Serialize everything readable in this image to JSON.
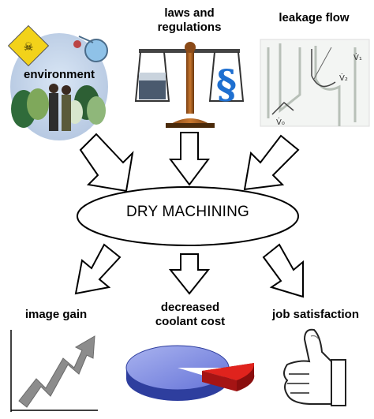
{
  "center": {
    "label": "DRY MACHINING"
  },
  "inputs": [
    {
      "id": "environment",
      "label": "environment",
      "icon": "forest-people-icon"
    },
    {
      "id": "laws",
      "label": "laws and\nregulations",
      "icon": "scale-paragraph-icon"
    },
    {
      "id": "leakage",
      "label": "leakage flow",
      "icon": "flow-diagram-icon"
    }
  ],
  "outputs": [
    {
      "id": "image",
      "label": "image gain",
      "icon": "rising-arrow-icon"
    },
    {
      "id": "coolant",
      "label": "decreased\ncoolant cost",
      "icon": "pie-chart-icon"
    },
    {
      "id": "job",
      "label": "job satisfaction",
      "icon": "thumbs-up-icon"
    }
  ],
  "leakage_labels": [
    "V̇₁",
    "V̇₂",
    "V̇₀"
  ]
}
